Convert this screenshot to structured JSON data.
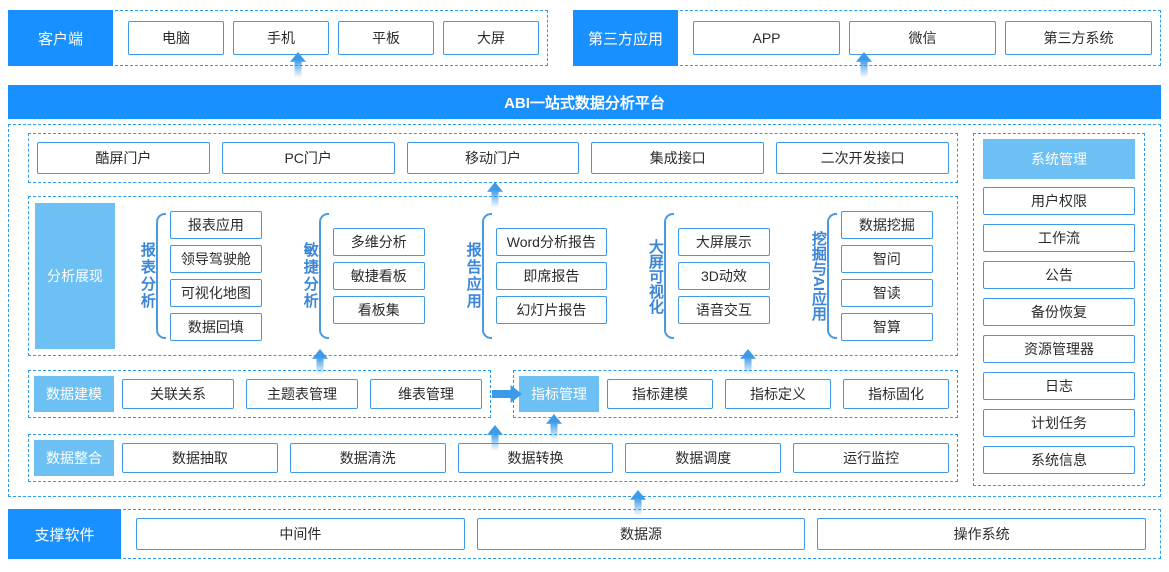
{
  "top": {
    "client": {
      "tag": "客户端",
      "items": [
        "电脑",
        "手机",
        "平板",
        "大屏"
      ]
    },
    "third_party": {
      "tag": "第三方应用",
      "items": [
        "APP",
        "微信",
        "第三方系统"
      ]
    }
  },
  "platform": {
    "title": "ABI一站式数据分析平台"
  },
  "portals": [
    "酷屏门户",
    "PC门户",
    "移动门户",
    "集成接口",
    "二次开发接口"
  ],
  "analysis": {
    "tag": "分析展现",
    "groups": [
      {
        "label": "报表分析",
        "items": [
          "报表应用",
          "领导驾驶舱",
          "可视化地图",
          "数据回填"
        ]
      },
      {
        "label": "敏捷分析",
        "items": [
          "多维分析",
          "敏捷看板",
          "看板集"
        ]
      },
      {
        "label": "报告应用",
        "items": [
          "Word分析报告",
          "即席报告",
          "幻灯片报告"
        ]
      },
      {
        "label": "大屏可视化",
        "items": [
          "大屏展示",
          "3D动效",
          "语音交互"
        ]
      },
      {
        "label": "挖掘与AI应用",
        "items": [
          "数据挖掘",
          "智问",
          "智读",
          "智算"
        ]
      }
    ]
  },
  "modeling": {
    "tag": "数据建模",
    "items": [
      "关联关系",
      "主题表管理",
      "维表管理"
    ]
  },
  "metrics": {
    "tag": "指标管理",
    "items": [
      "指标建模",
      "指标定义",
      "指标固化"
    ]
  },
  "integration": {
    "tag": "数据整合",
    "items": [
      "数据抽取",
      "数据清洗",
      "数据转换",
      "数据调度",
      "运行监控"
    ]
  },
  "system_management": {
    "title": "系统管理",
    "items": [
      "用户权限",
      "工作流",
      "公告",
      "备份恢复",
      "资源管理器",
      "日志",
      "计划任务",
      "系统信息"
    ]
  },
  "support": {
    "tag": "支撑软件",
    "items": [
      "中间件",
      "数据源",
      "操作系统"
    ]
  },
  "colors": {
    "primary_blue": "#1890ff",
    "light_blue": "#6cc0f3",
    "border_blue": "#3d9ae8",
    "dash_blue": "#2f9bf0",
    "label_blue": "#3b86d8"
  }
}
